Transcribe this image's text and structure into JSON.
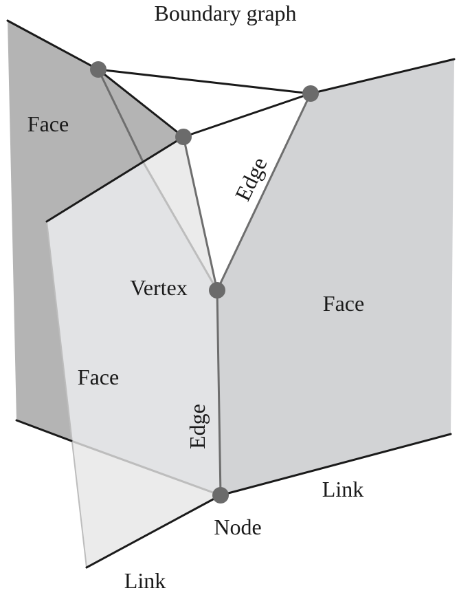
{
  "title": "Boundary graph",
  "labels": {
    "face_top_left": "Face",
    "face_right": "Face",
    "face_front": "Face",
    "vertex": "Vertex",
    "edge_upper": "Edge",
    "edge_lower": "Edge",
    "node": "Node",
    "link_right": "Link",
    "link_bottom": "Link"
  },
  "colors": {
    "face_dark": "#b4b4b4",
    "face_mid": "#d2d3d5",
    "face_light": "#e2e3e5",
    "face_pale": "#ebebeb",
    "line": "#1a1a1a",
    "line_gray": "#6e6e6e",
    "line_light": "#bdbdbd",
    "point": "#6b6b6b"
  }
}
